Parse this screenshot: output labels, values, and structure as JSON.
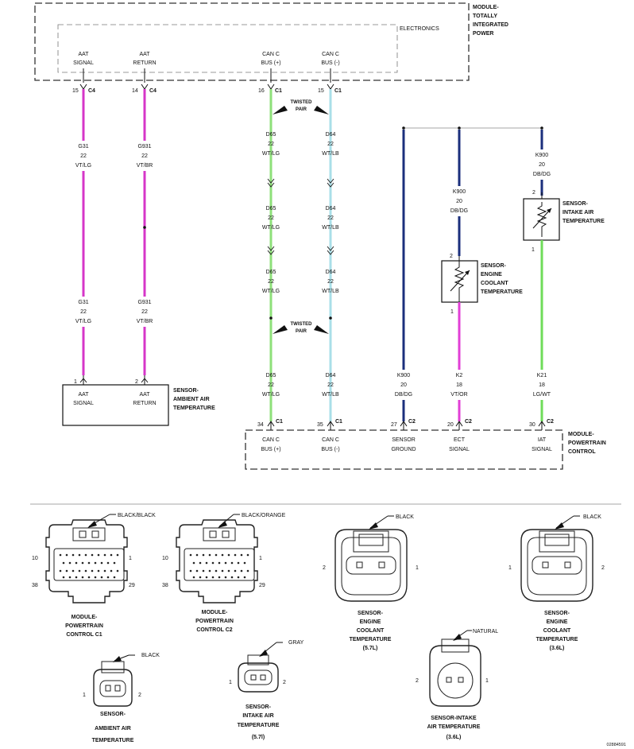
{
  "ptm": {
    "l1": "MODULE-",
    "l2": "TOTALLY",
    "l3": "INTEGRATED",
    "l4": "POWER"
  },
  "electronics": "ELECTRONICS",
  "top_pins": [
    {
      "l1": "AAT",
      "l2": "SIGNAL",
      "pin": "15",
      "conn": "C4"
    },
    {
      "l1": "AAT",
      "l2": "RETURN",
      "pin": "14",
      "conn": "C4"
    },
    {
      "l1": "CAN C",
      "l2": "BUS (+)",
      "pin": "16",
      "conn": "C1"
    },
    {
      "l1": "CAN C",
      "l2": "BUS (-)",
      "pin": "15",
      "conn": "C1"
    }
  ],
  "twisted": {
    "l1": "TWISTED",
    "l2": "PAIR"
  },
  "twisted2": {
    "l1": "TWISTED",
    "l2": "PAIR"
  },
  "wires": {
    "g31a": {
      "c": "G31",
      "g": "22",
      "col": "VT/LG"
    },
    "g931a": {
      "c": "G931",
      "g": "22",
      "col": "VT/BR"
    },
    "g31b": {
      "c": "G31",
      "g": "22",
      "col": "VT/LG"
    },
    "g931b": {
      "c": "G931",
      "g": "22",
      "col": "VT/BR"
    },
    "d65a": {
      "c": "D65",
      "g": "22",
      "col": "WT/LG"
    },
    "d64a": {
      "c": "D64",
      "g": "22",
      "col": "WT/LB"
    },
    "d65b": {
      "c": "D65",
      "g": "22",
      "col": "WT/LG"
    },
    "d64b": {
      "c": "D64",
      "g": "22",
      "col": "WT/LB"
    },
    "d65c": {
      "c": "D65",
      "g": "22",
      "col": "WT/LG"
    },
    "d64c": {
      "c": "D64",
      "g": "22",
      "col": "WT/LB"
    },
    "d65d": {
      "c": "D65",
      "g": "22",
      "col": "WT/LG"
    },
    "d64d": {
      "c": "D64",
      "g": "22",
      "col": "WT/LB"
    },
    "k900top": {
      "c": "K900",
      "g": "20",
      "col": "DB/DG"
    },
    "k900mid": {
      "c": "K900",
      "g": "20",
      "col": "DB/DG"
    },
    "k900bot": {
      "c": "K900",
      "g": "20",
      "col": "DB/DG"
    },
    "k2": {
      "c": "K2",
      "g": "18",
      "col": "VT/OR"
    },
    "k21": {
      "c": "K21",
      "g": "18",
      "col": "LG/WT"
    }
  },
  "iat_sensor": {
    "l1": "SENSOR-",
    "l2": "INTAKE AIR",
    "l3": "TEMPERATURE",
    "pin_top": "2",
    "pin_bot": "1"
  },
  "ect_sensor": {
    "l1": "SENSOR-",
    "l2": "ENGINE",
    "l3": "COOLANT",
    "l4": "TEMPERATURE",
    "pin_top": "2",
    "pin_bot": "1"
  },
  "aat_sensor": {
    "l1": "SENSOR-",
    "l2": "AMBIENT AIR",
    "l3": "TEMPERATURE",
    "sig1": "AAT",
    "sig2": "SIGNAL",
    "ret1": "AAT",
    "ret2": "RETURN",
    "pin1": "1",
    "pin2": "2"
  },
  "pcm": {
    "l1": "MODULE-",
    "l2": "POWERTRAIN",
    "l3": "CONTROL"
  },
  "pcm_pins": [
    {
      "pin": "34",
      "conn": "C1",
      "l1": "CAN C",
      "l2": "BUS (+)"
    },
    {
      "pin": "35",
      "conn": "C1",
      "l1": "CAN C",
      "l2": "BUS (-)"
    },
    {
      "pin": "27",
      "conn": "C2",
      "l1": "SENSOR",
      "l2": "GROUND"
    },
    {
      "pin": "20",
      "conn": "C2",
      "l1": "ECT",
      "l2": "SIGNAL"
    },
    {
      "pin": "30",
      "conn": "C2",
      "l1": "IAT",
      "l2": "SIGNAL"
    }
  ],
  "connectors": {
    "c1": {
      "color": "BLACK/BLACK",
      "p10": "10",
      "p1": "1",
      "p38": "38",
      "p29": "29",
      "n1": "MODULE-",
      "n2": "POWERTRAIN",
      "n3": "CONTROL C1"
    },
    "c2": {
      "color": "BLACK/ORANGE",
      "p10": "10",
      "p1": "1",
      "p38": "38",
      "p29": "29",
      "n1": "MODULE-",
      "n2": "POWERTRAIN",
      "n3": "CONTROL C2"
    },
    "ect57": {
      "color": "BLACK",
      "pl": "2",
      "pr": "1",
      "n1": "SENSOR-",
      "n2": "ENGINE",
      "n3": "COOLANT",
      "n4": "TEMPERATURE",
      "n5": "(5.7L)"
    },
    "ect36": {
      "color": "BLACK",
      "pl": "1",
      "pr": "2",
      "n1": "SENSOR-",
      "n2": "ENGINE",
      "n3": "COOLANT",
      "n4": "TEMPERATURE",
      "n5": "(3.6L)"
    },
    "aat": {
      "color": "BLACK",
      "pl": "1",
      "pr": "2",
      "n1": "SENSOR-",
      "n2": "AMBIENT AIR",
      "n3": "TEMPERATURE"
    },
    "iat57": {
      "color": "GRAY",
      "pl": "1",
      "pr": "2",
      "n1": "SENSOR-",
      "n2": "INTAKE AIR",
      "n3": "TEMPERATURE",
      "n4": "(5.7l)"
    },
    "iat36": {
      "color": "NATURAL",
      "pl": "2",
      "pr": "1",
      "n1": "SENSOR-INTAKE",
      "n2": "AIR TEMPERATURE",
      "n3": "(3.6L)"
    }
  },
  "figure_id": "02884591",
  "colors": {
    "violet": "#d636c8",
    "green": "#8ee07a",
    "lightblue": "#a9dfe8",
    "navy": "#1b2f7c",
    "brightgreen": "#6fdc5a"
  }
}
